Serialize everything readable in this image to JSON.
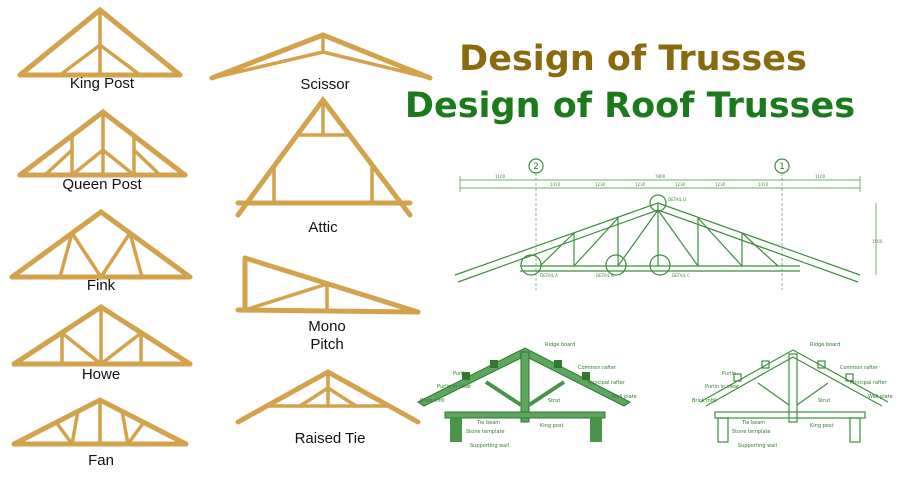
{
  "titles": {
    "line1": "Design of Trusses",
    "line2": "Design of Roof Trusses"
  },
  "truss_labels": {
    "king_post": "King Post",
    "queen_post": "Queen Post",
    "fink": "Fink",
    "howe": "Howe",
    "fan": "Fan",
    "scissor": "Scissor",
    "attic": "Attic",
    "mono_pitch_line1": "Mono",
    "mono_pitch_line2": "Pitch",
    "raised_tie": "Raised Tie"
  },
  "drawing": {
    "grid_markers": [
      "2",
      "1"
    ],
    "top_dims": [
      "1100",
      "7800",
      "1100"
    ],
    "panel_dims": [
      "1410",
      "1230",
      "1230",
      "1230",
      "1230",
      "1410"
    ],
    "details": [
      "DETAIL A",
      "DETAIL B",
      "DETAIL C",
      "DETAIL D"
    ],
    "height_dim": "1560"
  },
  "section_labels": {
    "ridge_board": "Ridge board",
    "purlin": "Purlin",
    "purlin_in_cleat": "Purlin in cleat",
    "common_rafter": "Common rafter",
    "principal_rafter": "Principal rafter",
    "wall_plate": "Wall plate",
    "strut": "Strut",
    "brick_infill": "Brick infill",
    "tie_beam": "Tie beam",
    "stone_template": "Stone template",
    "king_post": "King post",
    "supporting_wall": "Supporting wall"
  },
  "colors": {
    "timber": "#d4a24c",
    "title_gold": "#8a6a0e",
    "title_green": "#1b7a1b",
    "drawing_green": "#3e8e3e"
  }
}
